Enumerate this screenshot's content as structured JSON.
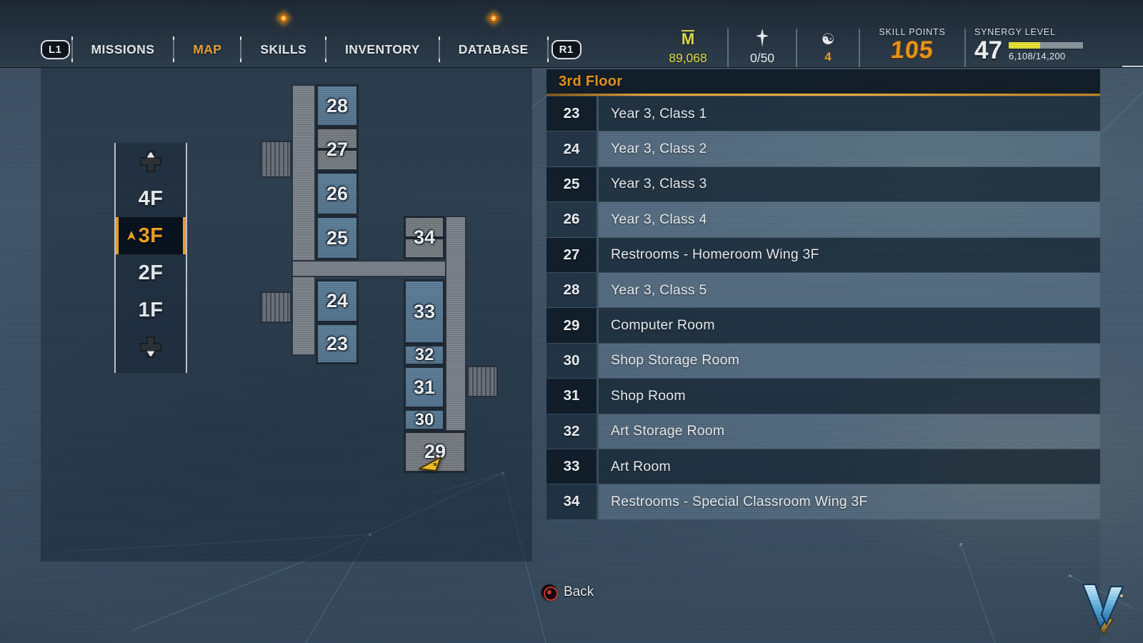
{
  "header": {
    "shoulder_left": "L1",
    "shoulder_right": "R1",
    "tabs": [
      {
        "label": "MISSIONS",
        "selected": false,
        "notify": false
      },
      {
        "label": "MAP",
        "selected": true,
        "notify": false
      },
      {
        "label": "SKILLS",
        "selected": false,
        "notify": true
      },
      {
        "label": "INVENTORY",
        "selected": false,
        "notify": false
      },
      {
        "label": "DATABASE",
        "selected": false,
        "notify": true
      }
    ],
    "stats": {
      "money": {
        "icon": "mira-currency-icon",
        "value": "89,068"
      },
      "revive": {
        "icon": "cross-icon",
        "value": "0/50"
      },
      "orb": {
        "icon": "yinyang-icon",
        "value": "4"
      },
      "skill_points": {
        "label": "SKILL POINTS",
        "value": "105"
      },
      "synergy": {
        "label": "SYNERGY LEVEL",
        "value": "47",
        "progress_text": "6,108/14,200",
        "progress_percent": 42
      }
    }
  },
  "floor_selector": {
    "floors": [
      {
        "label": "4F",
        "selected": false
      },
      {
        "label": "3F",
        "selected": true
      },
      {
        "label": "2F",
        "selected": false
      },
      {
        "label": "1F",
        "selected": false
      }
    ]
  },
  "map": {
    "rooms": {
      "r23": "23",
      "r24": "24",
      "r25": "25",
      "r26": "26",
      "r27": "27",
      "r28": "28",
      "r29": "29",
      "r30": "30",
      "r31": "31",
      "r32": "32",
      "r33": "33",
      "r34": "34"
    }
  },
  "legend": {
    "title": "3rd Floor",
    "rows": [
      {
        "num": "23",
        "name": "Year 3, Class 1"
      },
      {
        "num": "24",
        "name": "Year 3, Class 2"
      },
      {
        "num": "25",
        "name": "Year 3, Class 3"
      },
      {
        "num": "26",
        "name": "Year 3, Class 4"
      },
      {
        "num": "27",
        "name": "Restrooms - Homeroom Wing 3F"
      },
      {
        "num": "28",
        "name": "Year 3, Class 5"
      },
      {
        "num": "29",
        "name": "Computer Room"
      },
      {
        "num": "30",
        "name": "Shop Storage Room"
      },
      {
        "num": "31",
        "name": "Shop Room"
      },
      {
        "num": "32",
        "name": "Art Storage Room"
      },
      {
        "num": "33",
        "name": "Art Room"
      },
      {
        "num": "34",
        "name": "Restrooms - Special Classroom Wing 3F"
      }
    ]
  },
  "footer": {
    "back_label": "Back"
  },
  "colors": {
    "accent_orange": "#f0a231",
    "currency_yellow": "#e5e14b",
    "progress_yellow": "#eae63a",
    "back_red": "#cf3b33",
    "room_blue": "#5d7d97",
    "room_gray": "#797e83"
  }
}
